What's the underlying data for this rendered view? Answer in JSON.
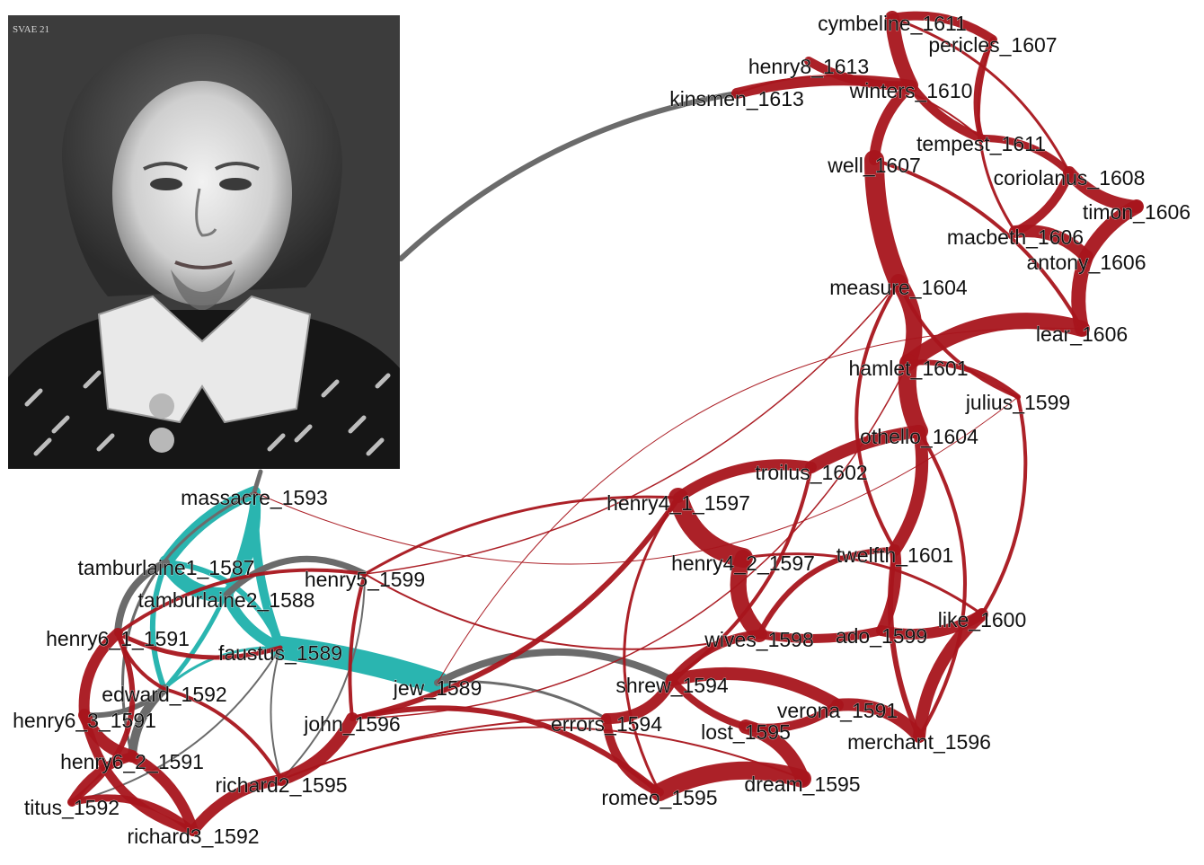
{
  "colors": {
    "shakespeare": "#a8151c",
    "marlowe": "#2ab5b0",
    "cross": "#6b6b6b",
    "label": "#111111"
  },
  "portrait": {
    "caption": "SVAE 21"
  },
  "nodes": [
    {
      "id": "cymbeline_1611",
      "label": "cymbeline_1611",
      "group": "shakespeare"
    },
    {
      "id": "pericles_1607",
      "label": "pericles_1607",
      "group": "shakespeare"
    },
    {
      "id": "henry8_1613",
      "label": "henry8_1613",
      "group": "shakespeare"
    },
    {
      "id": "winters_1610",
      "label": "winters_1610",
      "group": "shakespeare"
    },
    {
      "id": "kinsmen_1613",
      "label": "kinsmen_1613",
      "group": "shakespeare"
    },
    {
      "id": "tempest_1611",
      "label": "tempest_1611",
      "group": "shakespeare"
    },
    {
      "id": "well_1607",
      "label": "well_1607",
      "group": "shakespeare"
    },
    {
      "id": "coriolanus_1608",
      "label": "coriolanus_1608",
      "group": "shakespeare"
    },
    {
      "id": "timon_1606",
      "label": "timon_1606",
      "group": "shakespeare"
    },
    {
      "id": "macbeth_1606",
      "label": "macbeth_1606",
      "group": "shakespeare"
    },
    {
      "id": "antony_1606",
      "label": "antony_1606",
      "group": "shakespeare"
    },
    {
      "id": "measure_1604",
      "label": "measure_1604",
      "group": "shakespeare"
    },
    {
      "id": "lear_1606",
      "label": "lear_1606",
      "group": "shakespeare"
    },
    {
      "id": "hamlet_1601",
      "label": "hamlet_1601",
      "group": "shakespeare"
    },
    {
      "id": "julius_1599",
      "label": "julius_1599",
      "group": "shakespeare"
    },
    {
      "id": "othello_1604",
      "label": "othello_1604",
      "group": "shakespeare"
    },
    {
      "id": "troilus_1602",
      "label": "troilus_1602",
      "group": "shakespeare"
    },
    {
      "id": "henry4_1_1597",
      "label": "henry4_1_1597",
      "group": "shakespeare"
    },
    {
      "id": "henry4_2_1597",
      "label": "henry4_2_1597",
      "group": "shakespeare"
    },
    {
      "id": "twelfth_1601",
      "label": "twelfth_1601",
      "group": "shakespeare"
    },
    {
      "id": "like_1600",
      "label": "like_1600",
      "group": "shakespeare"
    },
    {
      "id": "wives_1598",
      "label": "wives_1598",
      "group": "shakespeare"
    },
    {
      "id": "ado_1599",
      "label": "ado_1599",
      "group": "shakespeare"
    },
    {
      "id": "shrew_1594",
      "label": "shrew_1594",
      "group": "shakespeare"
    },
    {
      "id": "verona_1591",
      "label": "verona_1591",
      "group": "shakespeare"
    },
    {
      "id": "errors_1594",
      "label": "errors_1594",
      "group": "shakespeare"
    },
    {
      "id": "lost_1595",
      "label": "lost_1595",
      "group": "shakespeare"
    },
    {
      "id": "merchant_1596",
      "label": "merchant_1596",
      "group": "shakespeare"
    },
    {
      "id": "romeo_1595",
      "label": "romeo_1595",
      "group": "shakespeare"
    },
    {
      "id": "dream_1595",
      "label": "dream_1595",
      "group": "shakespeare"
    },
    {
      "id": "massacre_1593",
      "label": "massacre_1593",
      "group": "marlowe"
    },
    {
      "id": "tamburlaine1_1587",
      "label": "tamburlaine1_1587",
      "group": "marlowe"
    },
    {
      "id": "henry5_1599",
      "label": "henry5_1599",
      "group": "shakespeare"
    },
    {
      "id": "tamburlaine2_1588",
      "label": "tamburlaine2_1588",
      "group": "marlowe"
    },
    {
      "id": "henry6_1_1591",
      "label": "henry6_1_1591",
      "group": "shakespeare"
    },
    {
      "id": "faustus_1589",
      "label": "faustus_1589",
      "group": "marlowe"
    },
    {
      "id": "jew_1589",
      "label": "jew_1589",
      "group": "marlowe"
    },
    {
      "id": "edward_1592",
      "label": "edward_1592",
      "group": "marlowe"
    },
    {
      "id": "henry6_3_1591",
      "label": "henry6_3_1591",
      "group": "shakespeare"
    },
    {
      "id": "john_1596",
      "label": "john_1596",
      "group": "shakespeare"
    },
    {
      "id": "henry6_2_1591",
      "label": "henry6_2_1591",
      "group": "shakespeare"
    },
    {
      "id": "richard2_1595",
      "label": "richard2_1595",
      "group": "shakespeare"
    },
    {
      "id": "titus_1592",
      "label": "titus_1592",
      "group": "shakespeare"
    },
    {
      "id": "richard3_1592",
      "label": "richard3_1592",
      "group": "shakespeare"
    }
  ]
}
